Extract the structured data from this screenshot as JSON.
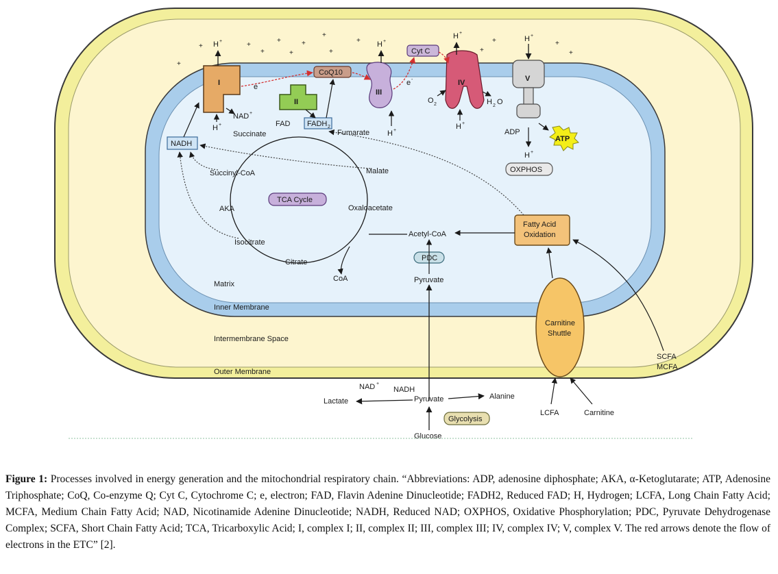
{
  "diagram": {
    "complexes": {
      "i": "I",
      "ii": "II",
      "iii": "III",
      "iv": "IV",
      "v": "V"
    },
    "carriers": {
      "coq10": "CoQ10",
      "cytc": "Cyt C"
    },
    "electron": "e",
    "superscript_minus": "-",
    "superscript_plus": "+",
    "proton": "H",
    "nad_plus": "NAD",
    "nadh": "NADH",
    "fad": "FAD",
    "fadh2": "FADH",
    "fadh2_sub": "2",
    "o2": "O",
    "o2_sub": "2",
    "h2o": "H",
    "h2o_sub": "2",
    "h2o_o": "O",
    "adp": "ADP",
    "atp": "ATP",
    "oxphos": "OXPHOS",
    "tca": {
      "succinate": "Succinate",
      "fumarate": "Fumarate",
      "malate": "Malate",
      "oxaloacetate": "Oxaloacetate",
      "citrate": "Citrate",
      "isocitrate": "Isocitrate",
      "aka": "AKA",
      "succinyl_coa": "Succinyl-CoA",
      "cycle_label": "TCA Cycle",
      "coa": "CoA"
    },
    "acetyl_coa": "Acetyl-CoA",
    "pdc": "PDC",
    "pyruvate": "Pyruvate",
    "fatty_acid_oxidation_line1": "Fatty Acid",
    "fatty_acid_oxidation_line2": "Oxidation",
    "carnitine_shuttle_line1": "Carnitine",
    "carnitine_shuttle_line2": "Shuttle",
    "regions": {
      "matrix": "Matrix",
      "inner_membrane": "Inner Membrane",
      "intermembrane_space": "Intermembrane Space",
      "outer_membrane": "Outer Membrane"
    },
    "cytosol": {
      "nad_plus": "NAD",
      "nadh": "NADH",
      "lactate": "Lactate",
      "pyruvate": "Pyruvate",
      "alanine": "Alanine",
      "glycolysis": "Glycolysis",
      "glucose": "Glucose",
      "lcfa": "LCFA",
      "carnitine": "Carnitine",
      "scfa": "SCFA",
      "mcfa": "MCFA"
    },
    "colors": {
      "outer_membrane": "#f3ef9c",
      "intermembrane": "#fdf5cf",
      "inner_membrane": "#a9cdeb",
      "matrix": "#e6f2fb",
      "complex_i": "#e6aa66",
      "complex_ii": "#93cc55",
      "complex_iii": "#c7b0db",
      "complex_iv": "#d65a77",
      "complex_v": "#d5d5d5",
      "electron_arrow": "#d43030",
      "atp": "#f4ee18"
    }
  },
  "caption": {
    "label": "Figure 1:",
    "text": " Processes involved in energy generation and the mitochondrial respiratory chain. “Abbreviations: ADP, adenosine diphosphate; AKA, α-Ketoglutarate; ATP, Adenosine Triphosphate; CoQ, Co-enzyme Q; Cyt C, Cytochrome C; e, electron; FAD, Flavin Adenine Dinucleotide; FADH2, Reduced FAD; H, Hydrogen; LCFA, Long Chain Fatty Acid; MCFA, Medium Chain Fatty Acid; NAD, Nicotinamide Adenine Dinucleotide; NADH, Reduced NAD; OXPHOS, Oxidative Phosphorylation; PDC, Pyruvate Dehydrogenase Complex; SCFA, Short Chain Fatty Acid; TCA, Tricarboxylic Acid; I, complex I; II, complex II; III, complex III; IV, complex IV; V, complex V. The red arrows denote the flow of electrons in the ETC” [2]."
  }
}
